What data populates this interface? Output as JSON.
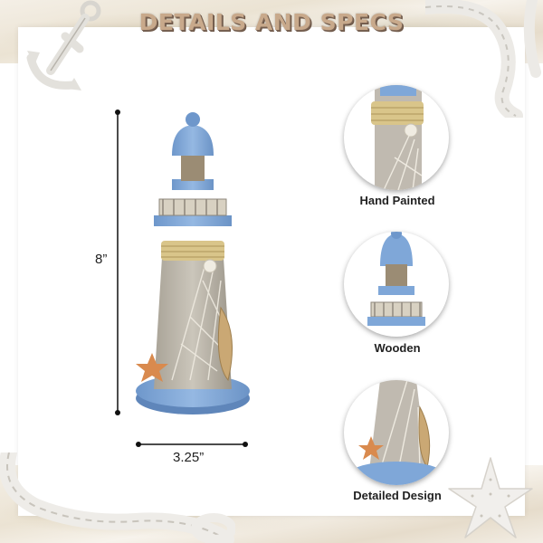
{
  "header": {
    "title": "DETAILS AND SPECS"
  },
  "product": {
    "height_label": "8”",
    "width_label": "3.25”"
  },
  "features": [
    {
      "label": "Hand Painted",
      "icon": "lighthouse-rope-closeup"
    },
    {
      "label": "Wooden",
      "icon": "lighthouse-top-closeup"
    },
    {
      "label": "Detailed Design",
      "icon": "lighthouse-base-closeup"
    }
  ],
  "colors": {
    "title_fill": "#c8a98b",
    "title_shadow": "#6c5646",
    "lighthouse_blue": "#7fa7d8",
    "rope": "#d9c58a",
    "body_gray": "#b8b2a6"
  }
}
